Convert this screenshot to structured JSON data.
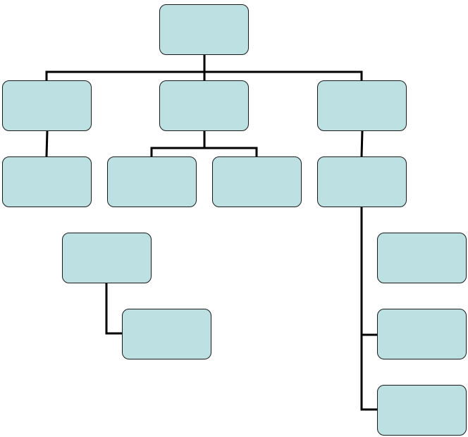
{
  "diagram": {
    "type": "org-chart",
    "colors": {
      "box_fill": "#bde0e3",
      "box_border": "#1a1a1a",
      "connector": "#000000",
      "background": "#ffffff"
    },
    "nodes": [
      {
        "id": "root",
        "label": ""
      },
      {
        "id": "left-manager",
        "label": ""
      },
      {
        "id": "center-manager",
        "label": ""
      },
      {
        "id": "right-manager",
        "label": ""
      },
      {
        "id": "left-subordinate",
        "label": ""
      },
      {
        "id": "center-subordinate-1",
        "label": ""
      },
      {
        "id": "center-subordinate-2",
        "label": ""
      },
      {
        "id": "right-subordinate",
        "label": ""
      },
      {
        "id": "detached-group-head",
        "label": ""
      },
      {
        "id": "detached-group-child",
        "label": ""
      },
      {
        "id": "right-side-box-1",
        "label": ""
      },
      {
        "id": "right-side-box-2",
        "label": ""
      },
      {
        "id": "right-side-box-3",
        "label": ""
      }
    ],
    "connections": [
      [
        "root",
        "left-manager"
      ],
      [
        "root",
        "center-manager"
      ],
      [
        "root",
        "right-manager"
      ],
      [
        "left-manager",
        "left-subordinate"
      ],
      [
        "center-manager",
        "center-subordinate-1"
      ],
      [
        "center-manager",
        "center-subordinate-2"
      ],
      [
        "right-manager",
        "right-subordinate"
      ],
      [
        "right-subordinate",
        "right-side-box-2"
      ],
      [
        "right-subordinate",
        "right-side-box-3"
      ],
      [
        "detached-group-head",
        "detached-group-child"
      ]
    ]
  }
}
